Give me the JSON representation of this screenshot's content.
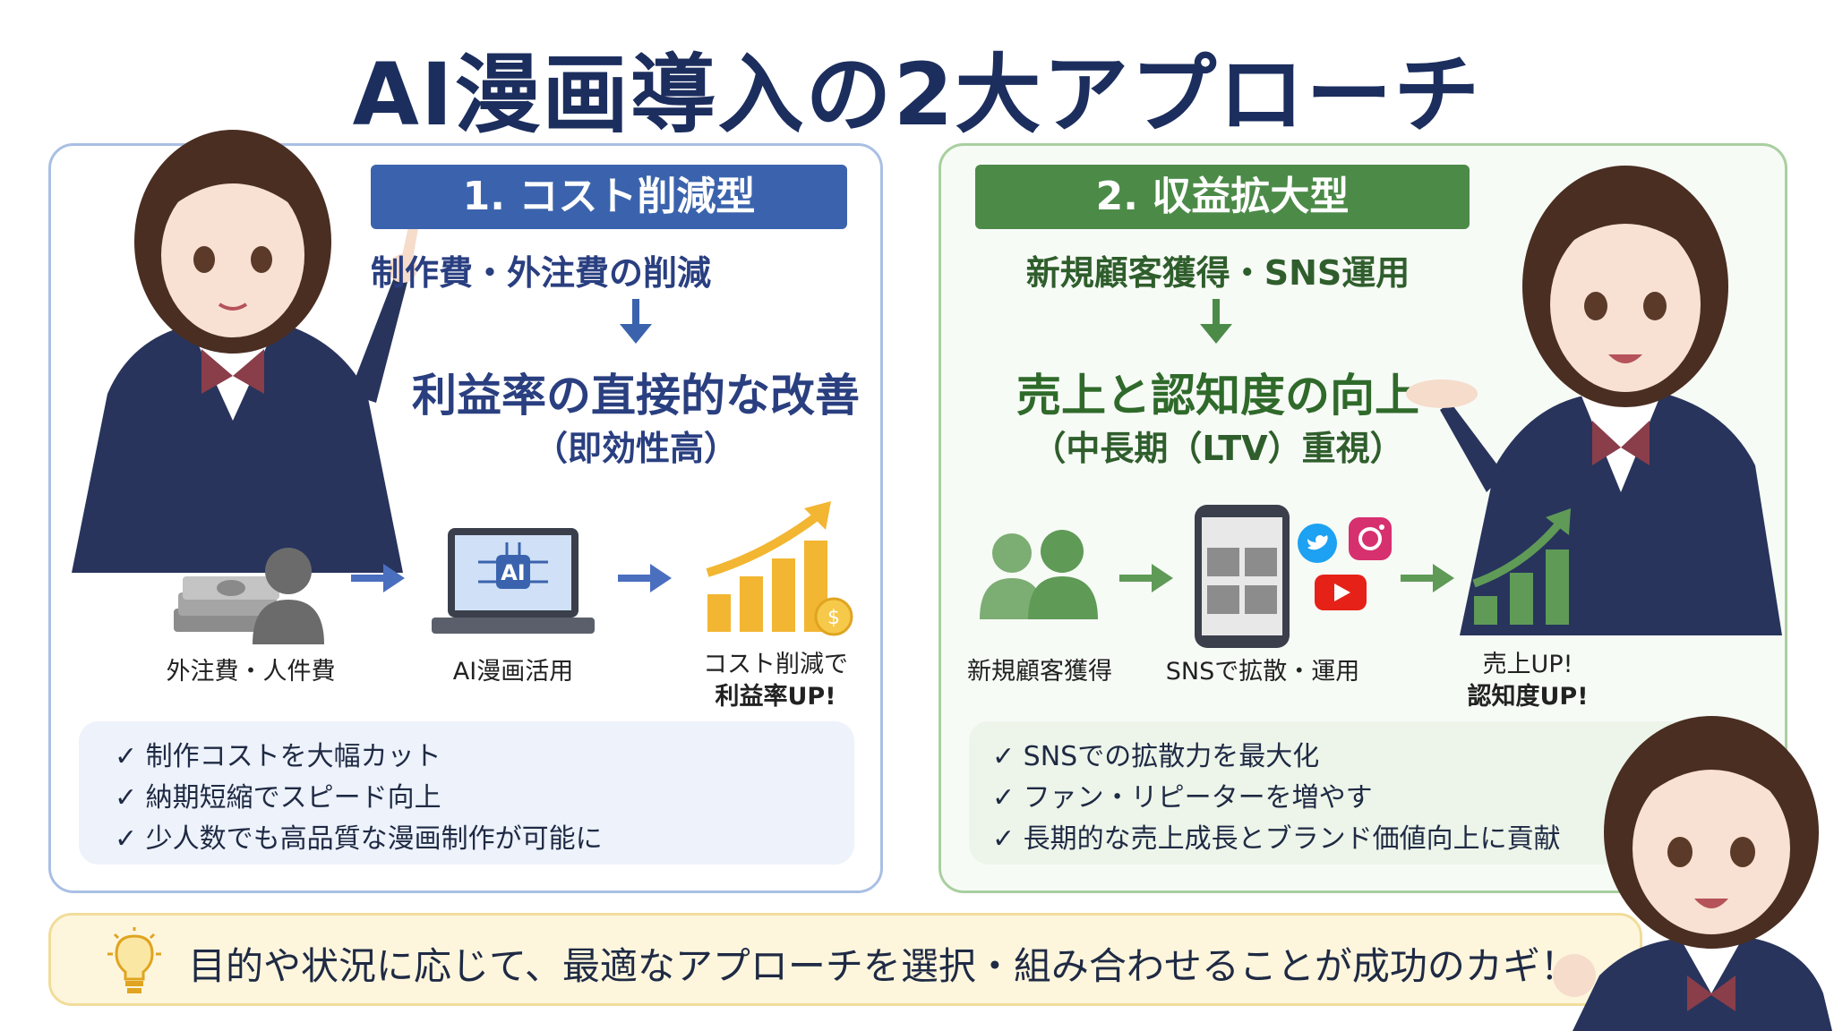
{
  "title": "AI漫画導入の2大アプローチ",
  "left": {
    "ribbon": "1. コスト削減型",
    "subtitle": "制作費・外注費の削減",
    "result": "利益率の直接的な改善",
    "note": "（即効性高）",
    "flow": {
      "step1": "外注費・人件費",
      "step2": "AI漫画活用",
      "step3_line1": "コスト削減で",
      "step3_line2": "利益率UP!"
    },
    "ai_chip": "AI",
    "checks": [
      "✓ 制作コストを大幅カット",
      "✓ 納期短縮でスピード向上",
      "✓ 少人数でも高品質な漫画制作が可能に"
    ]
  },
  "right": {
    "ribbon": "2. 収益拡大型",
    "subtitle": "新規顧客獲得・SNS運用",
    "result": "売上と認知度の向上",
    "note": "（中長期（LTV）重視）",
    "flow": {
      "step1": "新規顧客獲得",
      "step2": "SNSで拡散・運用",
      "step3_line1": "売上UP!",
      "step3_line2": "認知度UP!"
    },
    "checks": [
      "✓ SNSでの拡散力を最大化",
      "✓ ファン・リピーターを増やす",
      "✓ 長期的な売上成長とブランド価値向上に貢献"
    ]
  },
  "tip": "目的や状況に応じて、最適なアプローチを選択・組み合わせることが成功のカギ！",
  "colors": {
    "navy": "#1c2e5e",
    "blue": "#3b63ad",
    "green": "#4c8a48",
    "gold": "#f2b632",
    "tip_bg": "#fdf6dd"
  },
  "icons": [
    "money-icon",
    "person-icon",
    "laptop-ai-icon",
    "growth-chart-icon",
    "coin-icon",
    "users-icon",
    "smartphone-icon",
    "twitter-icon",
    "instagram-icon",
    "youtube-icon",
    "green-growth-chart-icon",
    "lightbulb-icon"
  ]
}
